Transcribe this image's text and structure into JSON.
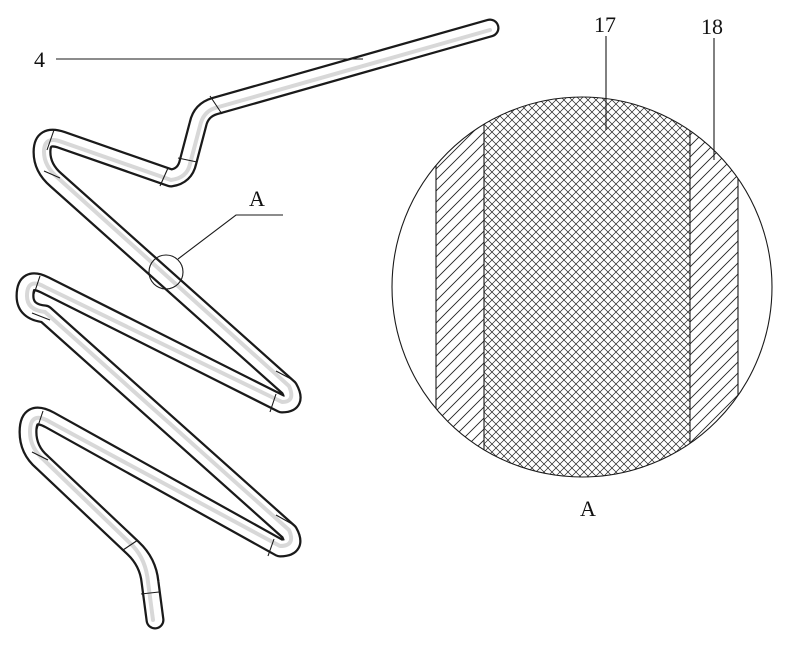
{
  "figure": {
    "labels": {
      "part_tube": "4",
      "callout_detail": "A",
      "detail_caption": "A",
      "inner_core": "17",
      "outer_layer": "18"
    }
  }
}
